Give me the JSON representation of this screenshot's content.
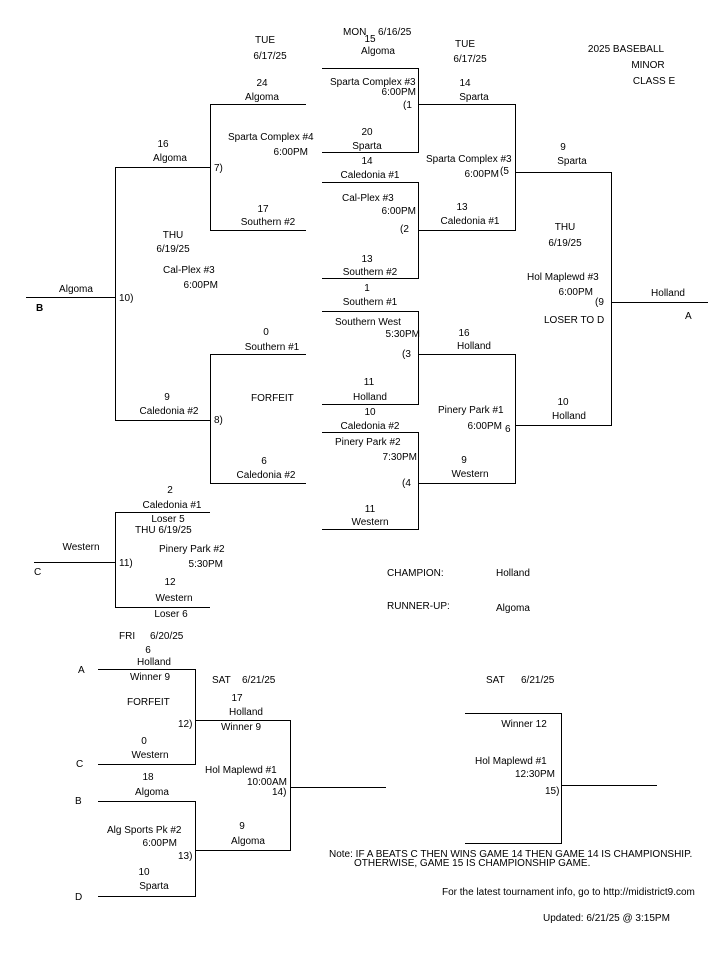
{
  "header": {
    "title1": "2025 BASEBALL",
    "title2": "MINOR",
    "title3": "CLASS E"
  },
  "dates": {
    "mon_day": "MON",
    "mon_date": "6/16/25",
    "tue_left_day": "TUE",
    "tue_left_date": "6/17/25",
    "tue_right_day": "TUE",
    "tue_right_date": "6/17/25",
    "thu_left_day": "THU",
    "thu_left_date": "6/19/25",
    "thu_right_day": "THU",
    "thu_right_date": "6/19/25",
    "thu_lower": "THU    6/19/25",
    "fri": "FRI",
    "fri_date": "6/20/25",
    "sat_left": "SAT",
    "sat_left_date": "6/21/25",
    "sat_right": "SAT",
    "sat_right_date": "6/21/25"
  },
  "seeds": {
    "a": "A",
    "b": "B",
    "c": "C",
    "d": "D"
  },
  "games": {
    "g1": {
      "num": "(1",
      "venue": "Sparta Complex #3",
      "time": "6:00PM",
      "top_score": "15",
      "top_team": "Algoma",
      "bot_score": "20",
      "bot_team": "Sparta"
    },
    "g2": {
      "num": "(2",
      "venue": "Cal-Plex #3",
      "time": "6:00PM",
      "top_score": "14",
      "top_team": "Caledonia #1",
      "bot_score": "13",
      "bot_team": "Southern #2"
    },
    "g3": {
      "num": "(3",
      "venue": "Southern West",
      "time": "5:30PM",
      "top_score": "1",
      "top_team": "Southern #1",
      "bot_score": "11",
      "bot_team": "Holland"
    },
    "g4": {
      "num": "(4",
      "venue": "Pinery Park #2",
      "time": "7:30PM",
      "top_score": "10",
      "top_team": "Caledonia #2",
      "bot_score": "11",
      "bot_team": "Western"
    },
    "g5": {
      "num": "(5",
      "venue": "Sparta Complex #3",
      "time": "6:00PM",
      "top_score": "14",
      "top_team": "Sparta",
      "bot_score": "13",
      "bot_team": "Caledonia #1"
    },
    "g6": {
      "num": "6",
      "venue": "Pinery Park #1",
      "time": "6:00PM",
      "top_score": "16",
      "top_team": "Holland",
      "bot_score": "9",
      "bot_team": "Western"
    },
    "g7": {
      "num": "7)",
      "venue": "Sparta Complex #4",
      "time": "6:00PM",
      "top_score": "24",
      "top_team": "Algoma",
      "bot_score": "17",
      "bot_team": "Southern #2"
    },
    "g8": {
      "num": "8)",
      "note": "FORFEIT",
      "top_score": "0",
      "top_team": "Southern #1",
      "bot_score": "6",
      "bot_team": "Caledonia #2"
    },
    "g9": {
      "num": "(9",
      "venue": "Hol Maplewd #3",
      "time": "6:00PM",
      "loser": "LOSER TO D",
      "top_score": "9",
      "top_team": "Sparta",
      "bot_score": "10",
      "bot_team": "Holland",
      "winner": "Holland"
    },
    "g10": {
      "num": "10)",
      "venue": "Cal-Plex #3",
      "time": "6:00PM",
      "top_score": "16",
      "top_team": "Algoma",
      "bot_score": "9",
      "bot_team": "Caledonia #2",
      "winner": "Algoma"
    },
    "g11": {
      "num": "11)",
      "venue": "Pinery Park #2",
      "time": "5:30PM",
      "top_score": "2",
      "top_team": "Caledonia #1",
      "top_note": "Loser 5",
      "bot_score": "12",
      "bot_team": "Western",
      "bot_note": "Loser 6",
      "winner": "Western"
    },
    "g12": {
      "num": "12)",
      "note": "FORFEIT",
      "top_score": "6",
      "top_team": "Holland",
      "top_note": "Winner 9",
      "bot_score": "0",
      "bot_team": "Western"
    },
    "g13": {
      "num": "13)",
      "venue": "Alg Sports Pk #2",
      "time": "6:00PM",
      "top_score": "18",
      "top_team": "Algoma",
      "bot_score": "10",
      "bot_team": "Sparta"
    },
    "g14": {
      "num": "14)",
      "venue": "Hol Maplewd #1",
      "time": "10:00AM",
      "top_score": "17",
      "top_team": "Holland",
      "top_note": "Winner 9",
      "bot_score": "9",
      "bot_team": "Algoma"
    },
    "g15": {
      "num": "15)",
      "venue": "Hol Maplewd #1",
      "time": "12:30PM",
      "top_note": "Winner 12"
    }
  },
  "results": {
    "champion_label": "CHAMPION:",
    "champion": "Holland",
    "runner_up_label": "RUNNER-UP:",
    "runner_up": "Algoma"
  },
  "footer": {
    "note_line1": "Note: IF A BEATS C THEN WINS GAME 14 THEN GAME 14 IS CHAMPIONSHIP.",
    "note_line2": "OTHERWISE, GAME 15 IS CHAMPIONSHIP GAME.",
    "info": "For the latest tournament info, go to  http://midistrict9.com",
    "updated": "Updated:  6/21/25 @  3:15PM"
  }
}
